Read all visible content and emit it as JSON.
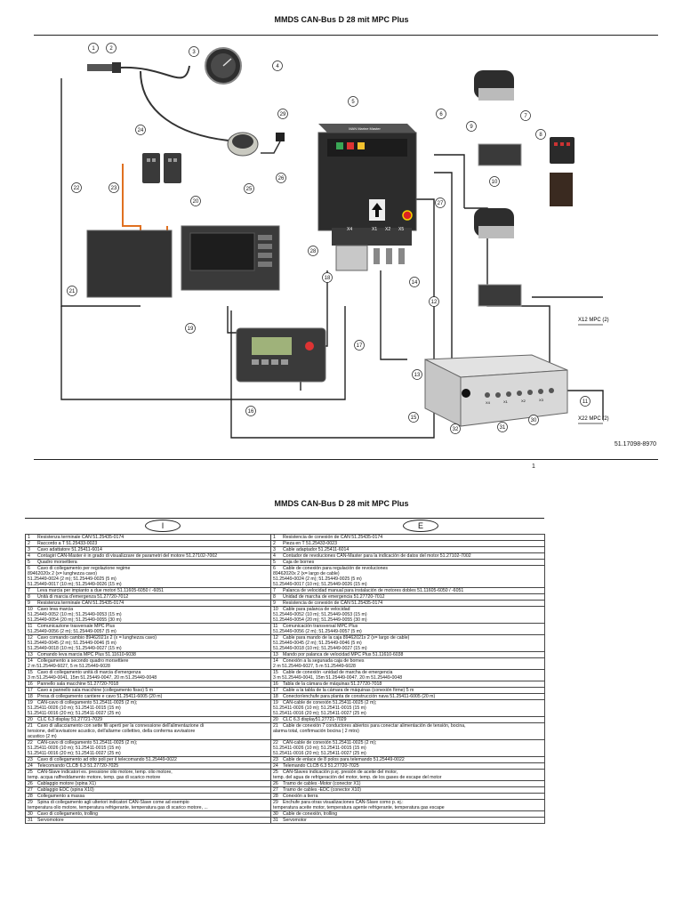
{
  "page_title_top": "MMDS CAN-Bus D 28 mit MPC Plus",
  "page_title_bottom": "MMDS CAN-Bus D 28 mit MPC Plus",
  "page_number": "1",
  "diagram": {
    "reference": "51.17098-8970",
    "callouts": [
      "1",
      "2",
      "3",
      "4",
      "5",
      "6",
      "7",
      "8",
      "9",
      "10",
      "11",
      "12",
      "13",
      "14",
      "15",
      "16",
      "17",
      "18",
      "19",
      "20",
      "21",
      "22",
      "23",
      "24",
      "25",
      "26",
      "27",
      "28",
      "29",
      "30",
      "31",
      "32"
    ],
    "text_labels": {
      "x12": "X12 MPC (2)",
      "x22": "X22 MPC (2)",
      "x4": "X4",
      "x1": "X1",
      "x2": "X2",
      "x5": "X5",
      "x3": "X3",
      "x4b": "X4",
      "x1b": "X1",
      "x2b": "X2",
      "x3b": "X3",
      "box_label": "MAN Marine Master"
    }
  },
  "languages": {
    "left": "I",
    "right": "E"
  },
  "parts": [
    {
      "n": "1",
      "it": "Resistenza terminale CAN 51.25435-0174",
      "es": "Resistencia de conexión de CAN 51.25435-0174"
    },
    {
      "n": "2",
      "it": "Raccordo a T 51.25433-0023",
      "es": "Pieza en T 51.25433-0023"
    },
    {
      "n": "3",
      "it": "Cavo  adattatore 51.25411-6014",
      "es": "Cable adaptador  51.25411-6014"
    },
    {
      "n": "4",
      "it": "Contagiri CAN-Master è in grado di visualizzare de parametri del motore 51.27102-7002",
      "es": "Contador de revoluciones CAN-Master para la indicación de datos del motor 51.27102-7002"
    },
    {
      "n": "5",
      "it": "Quadro morsettiera",
      "es": "Caja de bornes"
    },
    {
      "n": "6",
      "it": "Cavo di collegamento per regolazione regime\n89462020x 2 (x= lunghezza cavo)\n51.25449-0024 (2 m); 51.25449-0025 (5 m)\n51.25449-0017 (10 m); 51.25449-0026 (15 m)",
      "es": "Cable de conexión para regulación de revoluciones\n89462020x 2 (x= largo de cable)\n51.25449-0024 (2 m); 51.25449-0025 (5 m)\n51.25449-0017 (10 m); 51.25449-0026 (15 m)"
    },
    {
      "n": "7",
      "it": "Leva marcia per impianto a due motori 51.11605-6050 / -6051",
      "es": "Palanca de velocidad manual para instalación de motores dobles 51.11605-6050 / -6051"
    },
    {
      "n": "8",
      "it": "Unità di marcia d'emergenza 51.27720-7012",
      "es": "Unidad de marcha de emergencia 51.27720-7012"
    },
    {
      "n": "9",
      "it": "Resistenza terminale CAN 51.25435-0174",
      "es": "Resistencia de conexión de CAN 51.25435-0174"
    },
    {
      "n": "10",
      "it": "Cavo leva marcia\n51.25449-0052 (10 m); 51.25449-0053 (15 m)\n51.25449-0054 (20 m); 51.25449-0055 (30 m)",
      "es": "Cable para palanca de velocidad\n51.25449-0052 (10 m); 51.25449-0053 (15 m)\n51.25449-0054 (20 m); 51.25449-0055 (30 m)"
    },
    {
      "n": "11",
      "it": "Comunicazione trasversale MPC Plus\n51.25449-0056 (2 m); 51.25449-0057 (5 m)",
      "es": "Comunicación transversal MPC Plus\n51.25449-0056 (2 m); 51.25449-0057 (5 m)"
    },
    {
      "n": "12",
      "it": "Cavo comando cambio 89462021x 2 (x = lunghezza cavo)\n51.25449-0045 (2 m); 51.25449-0046 (5 m)\n51.25449-0018 (10 m); 51.25449-0027 (15 m)",
      "es": "Cable para mando de la caja 89462021x 2 (x= largo de cable)\n51.25449-0045 (2 m); 51.25449-0046 (5 m)\n51.25449-0018 (10 m); 51.25449-0027 (15 m)"
    },
    {
      "n": "13",
      "it": "Comando leva marcia MPC Plus 51.11610-6038",
      "es": "Mando por palanca de velocidad MPC Plus 51.11610-6038"
    },
    {
      "n": "14",
      "it": "Collegamento a secondo quadro morsettiere\n2 m 51.25449-6027, 5 m 51.25449-6028",
      "es": "Conexión a la segunada caja de bornes\n2 m 51.25449-6027, 5 m 51.25449-6028"
    },
    {
      "n": "15",
      "it": "Cavo di collegamento unità di marcia d'emergenza\n3 m 51.25449-0041,  15m 51.25449-0047, 20 m 51.25449-0048",
      "es": "Cable de conexión -unidad de marcha de emergencia\n3 m 51.25449-0041,  15m 51.25449-0047,  20 m 51.25449-0048"
    },
    {
      "n": "16",
      "it": "Pannello sala macchine 51.27720-7018",
      "es": "Tabla de la cámara de máquinas 51.27720-7018"
    },
    {
      "n": "17",
      "it": "Cavo a pannello sala macchine (collegamento fisso) 5 m",
      "es": "Cable a la tabla de la cámara de máquinas (conexión firme) 5 m"
    },
    {
      "n": "18",
      "it": "Presa di collegamento cantiere e cavo 51.25411-6005 (20 m)",
      "es": "Conector/enchufe   para  planta de construcción nava 51.25411-6005 (20 m)"
    },
    {
      "n": "19",
      "it": "CAN-cavo di collegamento 51.25411-0025 (2 m);\n51.25411-0026 (10 m); 51.25411-0015 (15 m)\n51.25411-0016 (20 m); 51.25411-0027 (25 m)",
      "es": "CAN-cable de conexión 51.25411-0025 (2 m);\n51.25411-0026 (10 m); 51.25411-0015 (15 m)\n51.25411-0016 (20 m); 51.25411-0027 (25 m)"
    },
    {
      "n": "20",
      "it": "CLC 6.3  display 51.27721-7029",
      "es": "CLC 6.3 display51.27721-7029"
    },
    {
      "n": "21",
      "it": "Cavo di allacciamento con sette fili aperti per la connessione dell'alimentazione di\ntensione, dell'avvisatore acustico, dell'allarme collettivo, della conferma avvisatore\nacustico (2 m)",
      "es": "Cable de conexión 7 conductores abiertos para  conectar  alimentación de tensión, bocina,\nalarma total, confirmación bocina ( 2 mtrs)"
    },
    {
      "n": "22",
      "it": "CAN-cavo di collegamento 51.25411-0025 (2 m);\n51.25411-0026 (10 m); 51.25411-0015 (15 m)\n51.25411-0016 (20 m); 51.25411-0027 (25 m)",
      "es": "CAN-cable de conexión 51.25411-0025 (2 m);\n51.25411-0026 (10 m); 51.25411-0015 (15 m)\n51.25411-0016 (20 m); 51.25411-0027 (25 m)"
    },
    {
      "n": "23",
      "it": "Cavo di collegamento ad otto poli per il telecomando 51.25449-0022",
      "es": "Cable de enlace de 8 polos para telemando 51.25449-0022"
    },
    {
      "n": "24",
      "it": "Telecomando CLCB 6.3 51.27720-7025",
      "es": "Telemando CLCB 6.3 51.27720-7025"
    },
    {
      "n": "25",
      "it": "CAN-Slave indicatori es. pressione olio motore, temp. olio motore,\ntemp. acqua raffreddamento motore, temp. gas di scarico motore",
      "es": "CAN-Slaves indicación p.ej. presión de aceite del motor,\ntemp. del agua de refrigeración del motor, temp. de los gases de escape del motor"
    },
    {
      "n": "26",
      "it": "Cablaggio motore (spina X1)",
      "es": "Tramo de cables -Motor (conector X1)"
    },
    {
      "n": "27",
      "it": "Cablaggio EDC (spina X10)",
      "es": "Tramo de cables -EDC (conector X10)"
    },
    {
      "n": "28",
      "it": "Collegamento a massa",
      "es": "Conexión a tierra"
    },
    {
      "n": "29",
      "it": "Spina di collegamento agli ulteriori indicatori CAN-Slave come ad esempio\ntemperatura olio motore, temperatura refrigerante, temperatura gas di scarico motore, ...",
      "es": "Enchufe para otras visualizaciones  CAN-Slave  como p. ej.:\ntemperatura aceite motor, temperatura  agente refrigerante, temperatura gas escape"
    },
    {
      "n": "30",
      "it": "Cavo di collegamento, trolling",
      "es": "Cable de conexión, trolling"
    },
    {
      "n": "31",
      "it": "Servomotore",
      "es": "Servomotor"
    }
  ]
}
